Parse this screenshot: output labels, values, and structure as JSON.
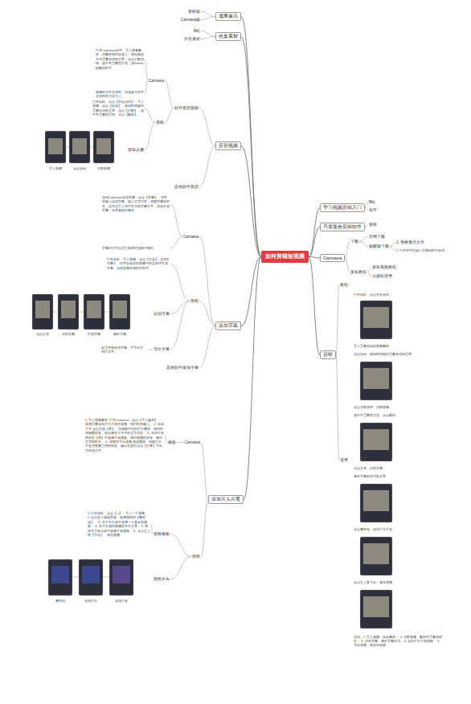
{
  "diagram": {
    "nodes": [
      {
        "text": [
          "如何剪辑短视频"
        ]
      },
      {
        "text": [
          "成果展示"
        ]
      },
      {
        "text": [
          "收集素材"
        ]
      },
      {
        "text": [
          "剪切视频"
        ]
      },
      {
        "text": [
          "添加字幕"
        ]
      },
      {
        "text": [
          "添加片头片尾"
        ]
      },
      {
        "text": [
          "学习视频剪辑入门"
        ]
      },
      {
        "text": [
          "只需要会剪辑软件"
        ]
      },
      {
        "text": [
          "Camtasia"
        ]
      },
      {
        "text": [
          "剪映"
        ]
      },
      {
        "text": [
          "剪映版"
        ]
      },
      {
        "text": [
          "Camtasia版"
        ]
      },
      {
        "text": [
          "B站"
        ]
      },
      {
        "text": [
          "抖音素材"
        ]
      },
      {
        "text": [
          "软件剪切视频"
        ]
      },
      {
        "text": [
          "其他软件剪切"
        ]
      },
      {
        "text": [
          "Camtasia"
        ]
      },
      {
        "text": [
          "剪映"
        ]
      },
      {
        "text": [
          "打开Camtasia软件，导入视频素材，把素材拖到轨道上。移动播放头到需要剪切的位置，点击分割按钮，选中不需要的片段，按Delete键删除即可。"
        ]
      },
      {
        "text": [
          "视频格式不支持时，先转换为软件支持的格式再导入。"
        ]
      },
      {
        "text": [
          "打开剪映，点击【开始创作】，导入视频。点击【剪辑】，移动时间线到需要剪切的位置，点击【分割】，选中不需要的片段，点击【删除】。"
        ]
      },
      {
        "text": [
          "剪辑步骤"
        ]
      },
      {
        "text": [
          "Camtasia"
        ]
      },
      {
        "text": [
          "剪映"
        ]
      },
      {
        "text": [
          "其他软件添加字幕"
        ]
      },
      {
        "text": [
          "使用Camtasia添加字幕：点击【字幕】，在时间轴上添加字幕，输入文字内容，调整字幕的时长。也可以导入SRT格式的字幕文件，自动生成字幕，再逐条校对修改。"
        ]
      },
      {
        "text": [
          "字幕样式可以在右侧属性面板中修改。"
        ]
      },
      {
        "text": [
          "打开剪映，导入视频，点击【文本】-【识别字幕】，软件自动识别视频中的语音并生成字幕，再检查修改错别字即可。"
        ]
      },
      {
        "text": [
          "识别字幕"
        ]
      },
      {
        "text": [
          "导出字幕"
        ]
      },
      {
        "text": [
          "如需单独使用字幕，可导出为SRT文件。"
        ]
      },
      {
        "text": [
          "Camtasia"
        ]
      },
      {
        "text": [
          "模板"
        ]
      },
      {
        "text": [
          "1. 导入视频素材 打开Camtasia，点击【导入媒体】，选择需要添加片头片尾的视频，拖到时间轴上。 2. 添加片头 点击左侧【库】，在模板中找到片头素材，拖到时间轴最前面，双击修改片头中的文字内容。 3. 添加片尾 同样在【库】中选择片尾模板，拖到视频的末尾，修改文字和时长。 4. 调整并导出视频 播放预览，调整片头片尾与视频之间的衔接，确认无误后点击【分享】导出为本地文件。"
        ]
      },
      {
        "text": [
          "剪映"
        ]
      },
      {
        "text": [
          "剪映模板"
        ]
      },
      {
        "text": [
          "1. 打开剪映，点击【+】，导入一个视频。 2. 点击进入编辑页面，选择底部的【素材包】。 3. 在片头分类中选择一个喜欢的模板。 4. 将片头拖到视频的开头位置。 5. 同样在片尾分类中选择片尾模板。 6. 点击右上角【导出】，保存视频。"
        ]
      },
      {
        "text": [
          "剪映片头"
        ]
      },
      {
        "text": [
          "B站"
        ]
      },
      {
        "text": [
          "知乎"
        ]
      },
      {
        "text": [
          "剪映"
        ]
      },
      {
        "text": [
          "下载"
        ]
      },
      {
        "text": [
          "官网下载"
        ]
      },
      {
        "text": [
          "破解版下载"
        ]
      },
      {
        "text": [
          "1. 替换激活文件"
        ]
      },
      {
        "text": [
          "2. 打开软件后输入注册码即可使用"
        ]
      },
      {
        "text": [
          "安装教程"
        ]
      },
      {
        "text": [
          "安装视频教程"
        ]
      },
      {
        "text": [
          "注册机使用"
        ]
      },
      {
        "text": [
          "教程"
        ]
      },
      {
        "text": [
          "使用"
        ]
      }
    ],
    "edges": [
      {
        "from": 0,
        "to": 1,
        "arrow": "none"
      },
      {
        "from": 0,
        "to": 2,
        "arrow": "none"
      },
      {
        "from": 0,
        "to": 3,
        "arrow": "none"
      },
      {
        "from": 0,
        "to": 4,
        "arrow": "none"
      },
      {
        "from": 0,
        "to": 5,
        "arrow": "none"
      },
      {
        "from": 0,
        "to": 6,
        "arrow": "none"
      },
      {
        "from": 0,
        "to": 7,
        "arrow": "none"
      },
      {
        "from": 0,
        "to": 8,
        "arrow": "none"
      },
      {
        "from": 0,
        "to": 9,
        "arrow": "none"
      },
      {
        "from": 1,
        "to": 10,
        "arrow": "none"
      },
      {
        "from": 1,
        "to": 11,
        "arrow": "none"
      },
      {
        "from": 2,
        "to": 12,
        "arrow": "none"
      },
      {
        "from": 2,
        "to": 13,
        "arrow": "none"
      },
      {
        "from": 3,
        "to": 14,
        "arrow": "none"
      },
      {
        "from": 3,
        "to": 15,
        "arrow": "none"
      },
      {
        "from": 14,
        "to": 16,
        "arrow": "none"
      },
      {
        "from": 14,
        "to": 17,
        "arrow": "none"
      },
      {
        "from": 16,
        "to": 18,
        "arrow": "none"
      },
      {
        "from": 16,
        "to": 19,
        "arrow": "none"
      },
      {
        "from": 17,
        "to": 20,
        "arrow": "none"
      },
      {
        "from": 17,
        "to": 21,
        "arrow": "none"
      },
      {
        "from": 4,
        "to": 22,
        "arrow": "none"
      },
      {
        "from": 4,
        "to": 23,
        "arrow": "none"
      },
      {
        "from": 4,
        "to": 24,
        "arrow": "none"
      },
      {
        "from": 22,
        "to": 25,
        "arrow": "none"
      },
      {
        "from": 22,
        "to": 26,
        "arrow": "none"
      },
      {
        "from": 23,
        "to": 27,
        "arrow": "none"
      },
      {
        "from": 23,
        "to": 28,
        "arrow": "none"
      },
      {
        "from": 23,
        "to": 29,
        "arrow": "none"
      },
      {
        "from": 29,
        "to": 30,
        "arrow": "none"
      },
      {
        "from": 5,
        "to": 31,
        "arrow": "none"
      },
      {
        "from": 31,
        "to": 32,
        "arrow": "none"
      },
      {
        "from": 32,
        "to": 33,
        "arrow": "none"
      },
      {
        "from": 5,
        "to": 34,
        "arrow": "none"
      },
      {
        "from": 34,
        "to": 35,
        "arrow": "none"
      },
      {
        "from": 35,
        "to": 36,
        "arrow": "none"
      },
      {
        "from": 34,
        "to": 37,
        "arrow": "none"
      },
      {
        "from": 6,
        "to": 38,
        "arrow": "none"
      },
      {
        "from": 6,
        "to": 39,
        "arrow": "none"
      },
      {
        "from": 7,
        "to": 40,
        "arrow": "none"
      },
      {
        "from": 8,
        "to": 41,
        "arrow": "none"
      },
      {
        "from": 41,
        "to": 42,
        "arrow": "none"
      },
      {
        "from": 41,
        "to": 43,
        "arrow": "none"
      },
      {
        "from": 43,
        "to": 44,
        "arrow": "none"
      },
      {
        "from": 43,
        "to": 45,
        "arrow": "none"
      },
      {
        "from": 8,
        "to": 46,
        "arrow": "none"
      },
      {
        "from": 46,
        "to": 47,
        "arrow": "none"
      },
      {
        "from": 46,
        "to": 48,
        "arrow": "none"
      },
      {
        "from": 9,
        "to": 49,
        "arrow": "none"
      },
      {
        "from": 9,
        "to": 50,
        "arrow": "none"
      }
    ],
    "labels": [
      "导入视频",
      "点击剪辑",
      "分割视频",
      "点击文本",
      "识别字幕",
      "生成字幕",
      "修改字幕",
      "素材包",
      "添加片头",
      "添加片尾",
      "打开剪映，点击开始创作。",
      "导入需要剪辑的视频素材。",
      "点击剪辑，移动时间线到需要剪切的位置。",
      "点击分割按钮，分割视频。",
      "选中不需要的片段，点击删除。",
      "点击文本，识别字幕。",
      "修改字幕的样式和位置。",
      "点击素材包，添加片头片尾。",
      "点击右上角导出，保存视频。",
      "总结：1. 导入视频，剪辑素材。 2. 分割视频，删除不需要的部分。 3. 识别字幕，修改字幕样式。 4. 添加片头片尾模板。 5. 导出视频，保存到相册。"
    ]
  }
}
